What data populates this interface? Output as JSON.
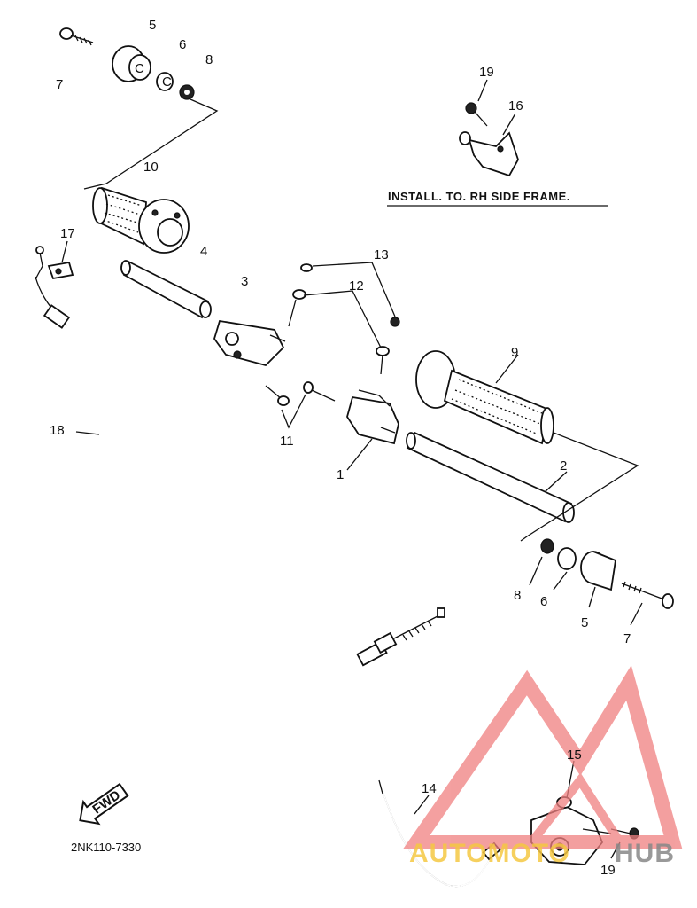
{
  "callouts": {
    "c1": "1",
    "c2": "2",
    "c3": "3",
    "c4": "4",
    "c5a": "5",
    "c5b": "5",
    "c6a": "6",
    "c6b": "6",
    "c7a": "7",
    "c7b": "7",
    "c8a": "8",
    "c8b": "8",
    "c9": "9",
    "c10": "10",
    "c11": "11",
    "c12": "12",
    "c13": "13",
    "c14": "14",
    "c15": "15",
    "c16": "16",
    "c17": "17",
    "c18": "18",
    "c19a": "19",
    "c19b": "19"
  },
  "install_note": "INSTALL. TO. RH SIDE FRAME.",
  "fwd_label": "FWD",
  "diagram_code": "2NK110-7330",
  "watermark": {
    "text_auto": "AUTOMOTO",
    "text_hub": "HUB",
    "color_primary": "#f08080",
    "color_secondary": "#f5c842",
    "color_hub": "#888888"
  }
}
